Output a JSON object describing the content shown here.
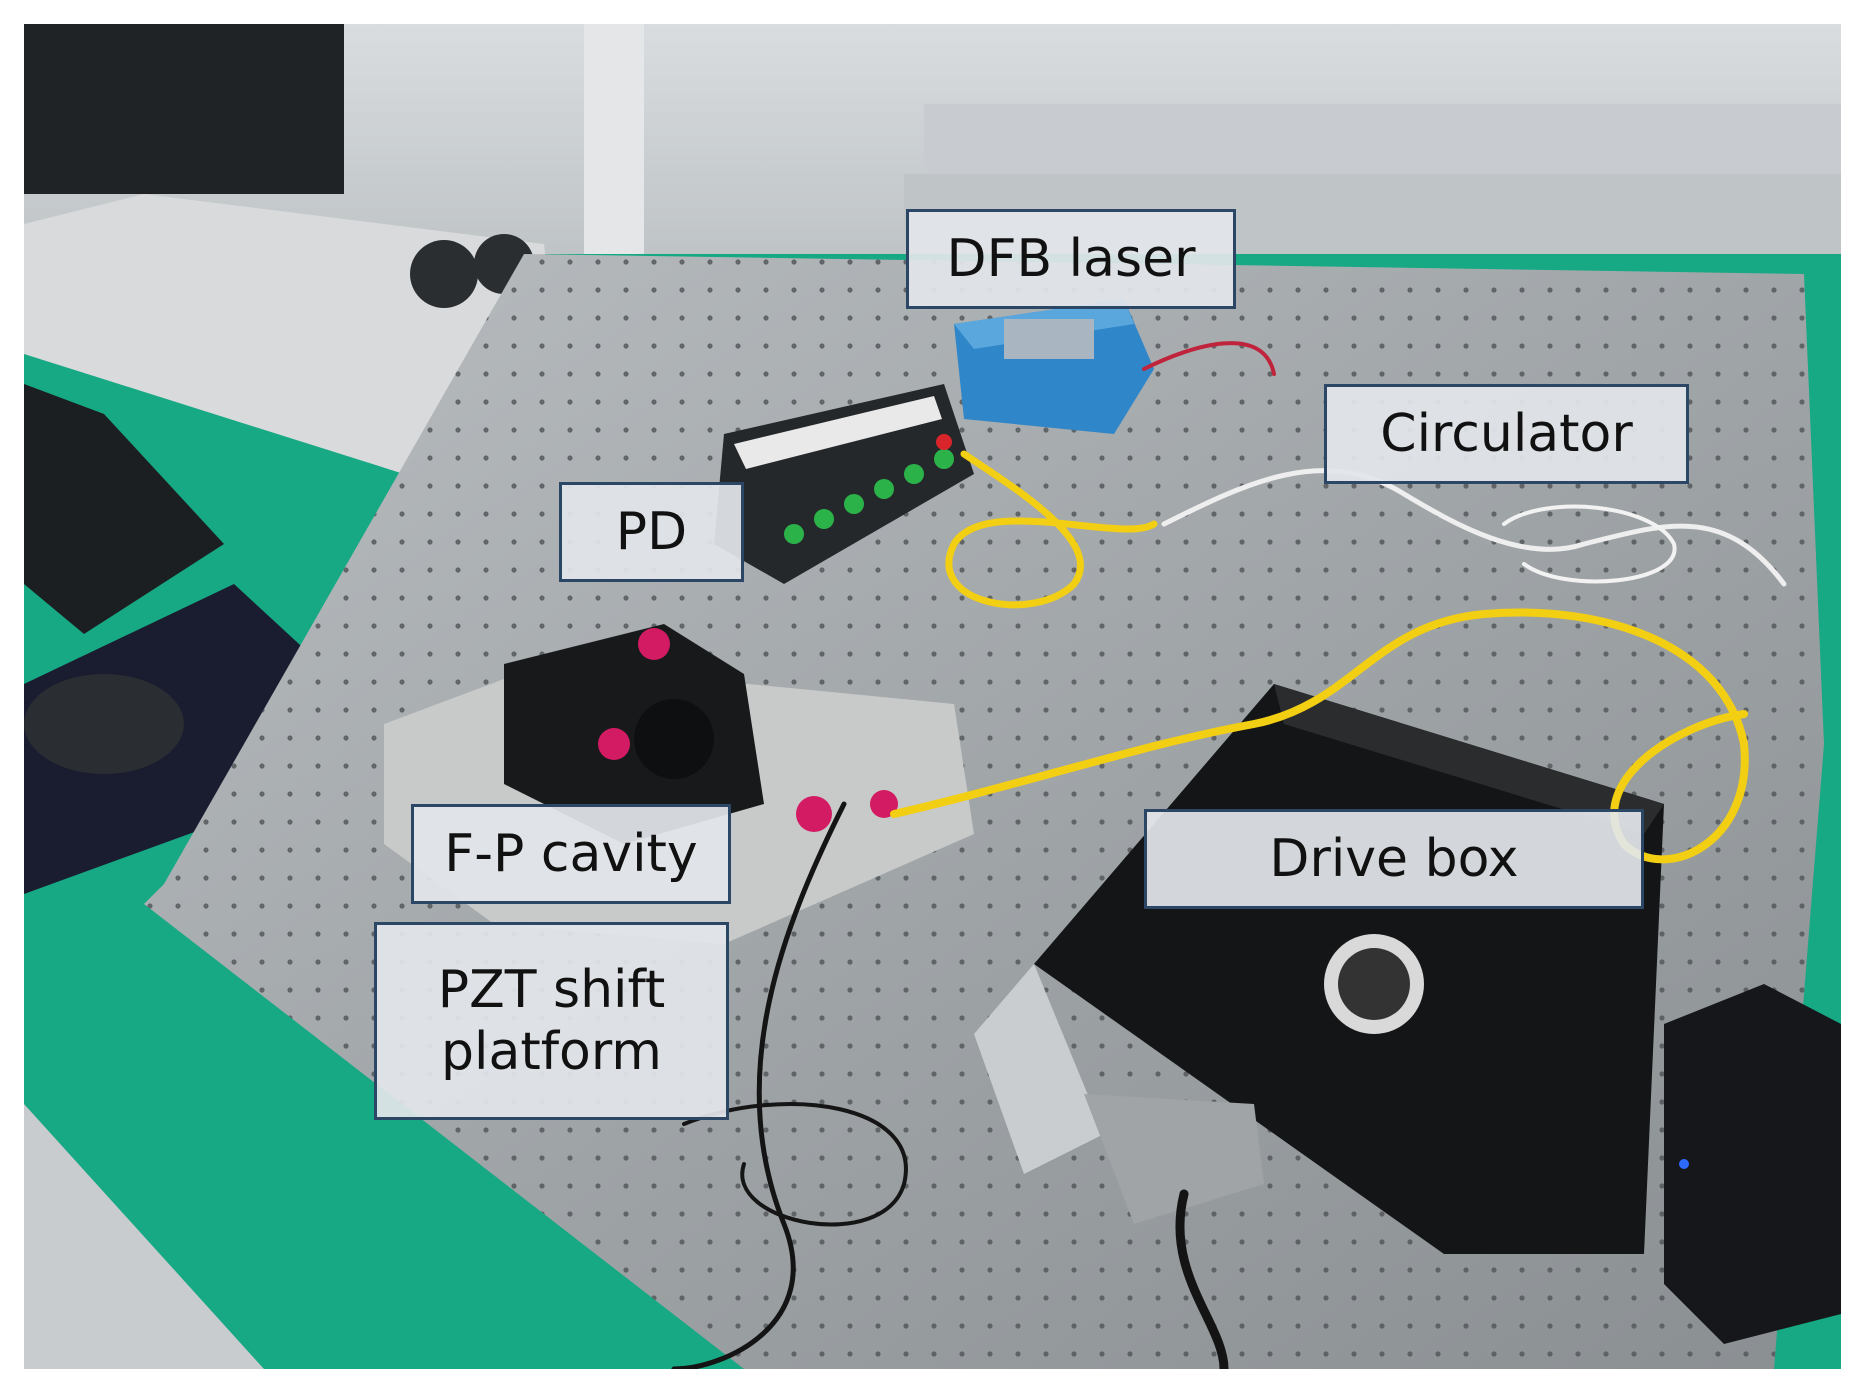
{
  "labels": {
    "dfb_laser": "DFB laser",
    "circulator": "Circulator",
    "pd": "PD",
    "fp_cavity": "F-P cavity",
    "drive_box": "Drive box",
    "pzt_platform": "PZT shift\nplatform"
  },
  "colors": {
    "callout_border": "#2c4766",
    "callout_fill": "#e2e5e9",
    "bench_green": "#17a884",
    "breadboard_gray": "#9ea3a6",
    "fiber_yellow": "#f2cf12",
    "laser_blue": "#2f86c8"
  }
}
